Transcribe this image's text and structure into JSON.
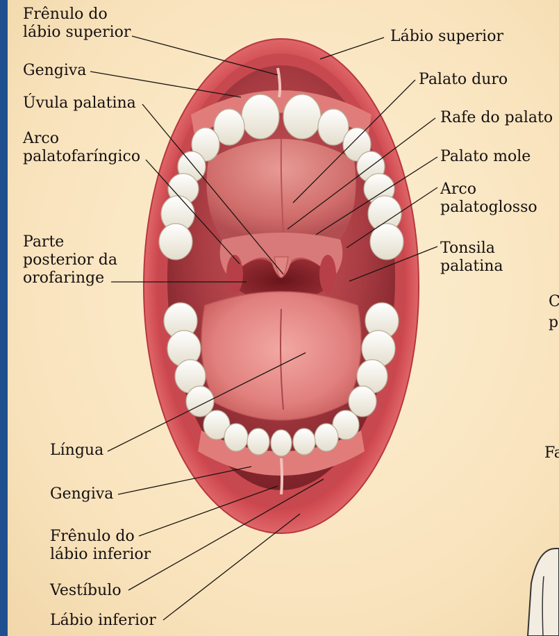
{
  "labels": {
    "frenulo_superior": "Frênulo do\nlábio superior",
    "gengiva_superior": "Gengiva",
    "uvula": "Úvula palatina",
    "arco_palatofaringico": "Arco\npalatofaríngico",
    "parte_posterior": "Parte\nposterior da\norofaringe",
    "lingua": "Língua",
    "gengiva_inferior": "Gengiva",
    "frenulo_inferior": "Frênulo do\nlábio inferior",
    "vestibulo": "Vestíbulo",
    "labio_inferior": "Lábio inferior",
    "labio_superior": "Lábio superior",
    "palato_duro": "Palato duro",
    "rafe": "Rafe do palato",
    "palato_mole": "Palato mole",
    "arco_palatoglosso": "Arco\npalatoglosso",
    "tonsila": "Tonsila\npalatina"
  },
  "cut_edge_text": {
    "a": "C",
    "b": "p",
    "c": "Fa"
  },
  "colors": {
    "background": "#fbe9c6",
    "border": "#1f4f8f",
    "lip": "#d4565e",
    "oral_cavity": "#9b2f35",
    "tongue": "#e58a88",
    "teeth": "#f4f1e8"
  }
}
